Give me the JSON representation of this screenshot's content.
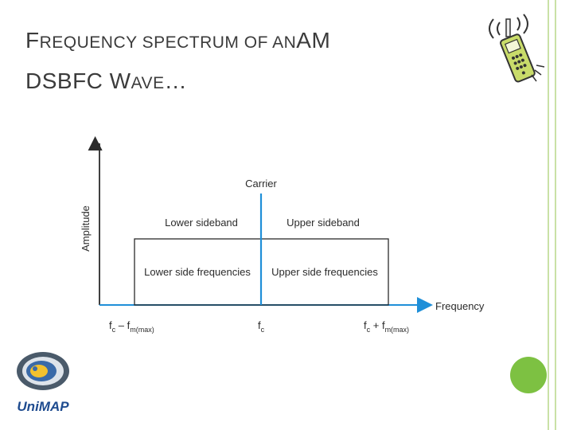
{
  "slide": {
    "title_part1_big": "F",
    "title_part1_small": "REQUENCY SPECTRUM OF AN",
    "title_part2_big": "AM",
    "title_line2_big1": "DSBFC W",
    "title_line2_small": "AVE",
    "title_line2_big2": "…"
  },
  "diagram": {
    "y_axis_label": "Amplitude",
    "x_axis_label": "Frequency",
    "carrier_label": "Carrier",
    "lower_sideband_label": "Lower sideband",
    "upper_sideband_label": "Upper sideband",
    "lower_freqs_label": "Lower side frequencies",
    "upper_freqs_label": "Upper side frequencies",
    "tick_left_main": "f",
    "tick_left_sub1": "c",
    "tick_left_mid": " – f",
    "tick_left_sub2": "m(max)",
    "tick_center_main": "f",
    "tick_center_sub": "c",
    "tick_right_main": "f",
    "tick_right_sub1": "c",
    "tick_right_mid": " + f",
    "tick_right_sub2": "m(max)"
  },
  "logo": {
    "text": "UniMAP"
  },
  "colors": {
    "accent_green": "#7dc142",
    "border_green": "#c9e1a6",
    "axis_blue": "#1f8fd8"
  },
  "icons": [
    "mobile-phone-icon",
    "university-logo"
  ]
}
